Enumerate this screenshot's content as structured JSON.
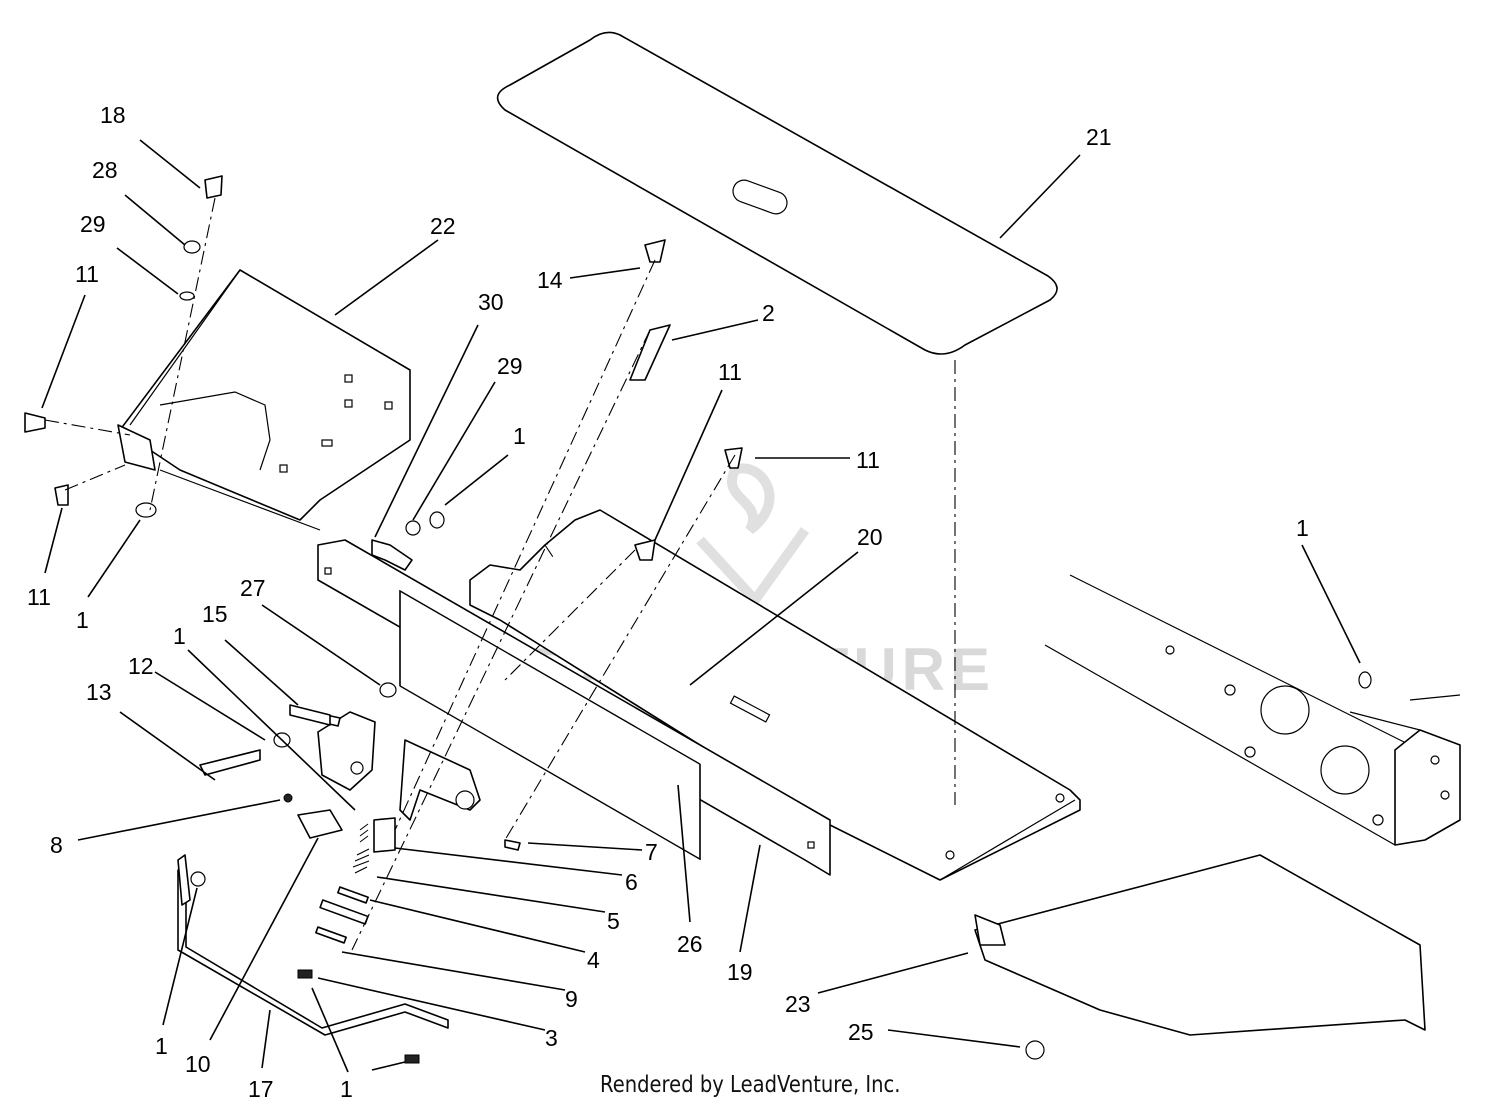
{
  "callouts": {
    "c18": "18",
    "c28": "28",
    "c29a": "29",
    "c11a": "11",
    "c11b": "11",
    "c1a": "1",
    "c22": "22",
    "c30": "30",
    "c29b": "29",
    "c1b": "1",
    "c14": "14",
    "c2": "2",
    "c21": "21",
    "c11c": "11",
    "c11d": "11",
    "c20": "20",
    "c1c": "1",
    "c27": "27",
    "c15": "15",
    "c1d": "1",
    "c12": "12",
    "c13": "13",
    "c8": "8",
    "c7": "7",
    "c6": "6",
    "c5": "5",
    "c4": "4",
    "c9": "9",
    "c3": "3",
    "c26": "26",
    "c19": "19",
    "c23": "23",
    "c25": "25",
    "c10": "10",
    "c17": "17",
    "c1e": "1",
    "c1f": "1"
  },
  "watermark": "LEADVENTURE",
  "credit": "Rendered by LeadVenture, Inc."
}
